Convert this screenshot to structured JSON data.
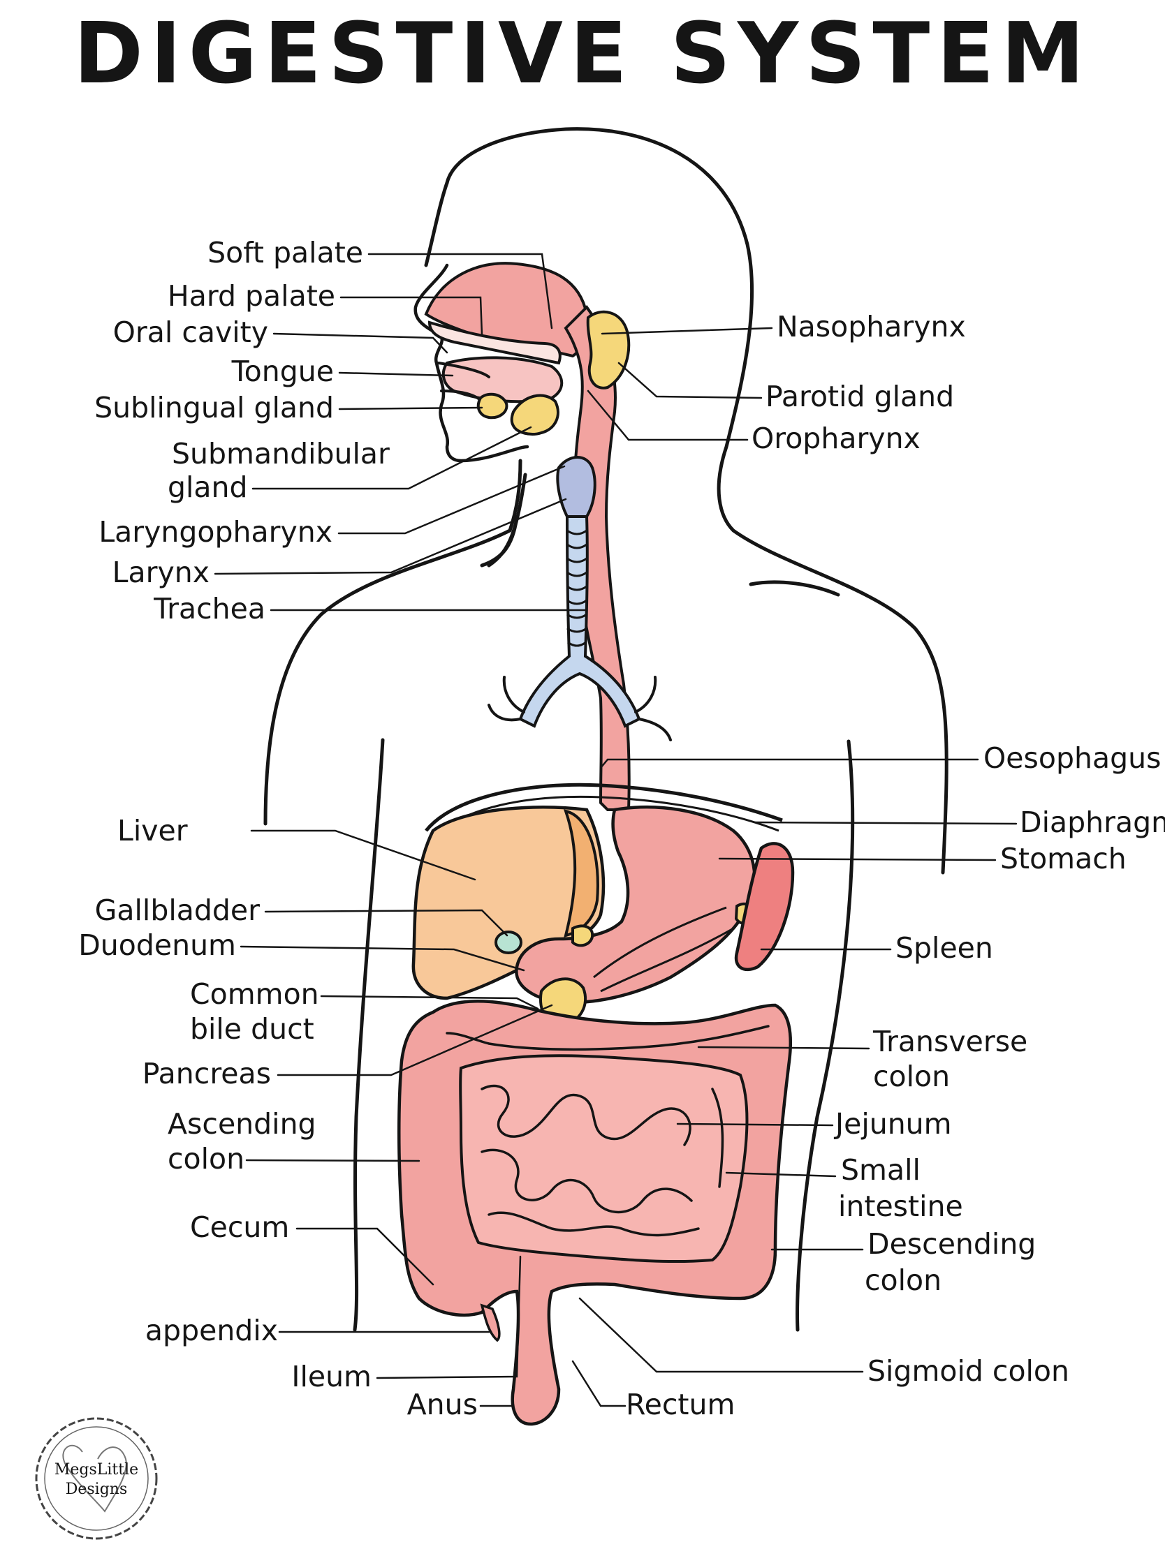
{
  "title": "DIGESTIVE SYSTEM",
  "colors": {
    "outline": "#151515",
    "tract": "#f2a3a0",
    "tract_dark": "#e98c88",
    "liver": "#f8c899",
    "gallbladder_liver_lobe": "#f2b071",
    "gland": "#f5d77a",
    "trachea": "#c5d7ee",
    "larynx": "#b2bde0",
    "spleen": "#ee8080",
    "gallbladder": "#b8e3d3"
  },
  "labels": {
    "soft_palate": "Soft palate",
    "hard_palate": "Hard palate",
    "oral_cavity": "Oral cavity",
    "tongue": "Tongue",
    "sublingual_gland": "Sublingual gland",
    "submandibular_1": "Submandibular",
    "submandibular_2": "gland",
    "laryngopharynx": "Laryngopharynx",
    "larynx": "Larynx",
    "trachea": "Trachea",
    "nasopharynx": "Nasopharynx",
    "parotid_gland": "Parotid gland",
    "oropharynx": "Oropharynx",
    "oesophagus": "Oesophagus",
    "diaphragm": "Diaphragm",
    "stomach": "Stomach",
    "liver": "Liver",
    "gallbladder": "Gallbladder",
    "duodenum": "Duodenum",
    "common_bile_1": "Common",
    "common_bile_2": "bile duct",
    "pancreas": "Pancreas",
    "spleen": "Spleen",
    "transverse_1": "Transverse",
    "transverse_2": "colon",
    "ascending_1": "Ascending",
    "ascending_2": "colon",
    "jejunum": "Jejunum",
    "small_int_1": "Small",
    "small_int_2": "intestine",
    "cecum": "Cecum",
    "descending_1": "Descending",
    "descending_2": "colon",
    "appendix": "appendix",
    "sigmoid_colon": "Sigmoid colon",
    "ileum": "Ileum",
    "anus": "Anus",
    "rectum": "Rectum"
  },
  "watermark": {
    "line1": "MegsLittle",
    "line2": "Designs"
  }
}
